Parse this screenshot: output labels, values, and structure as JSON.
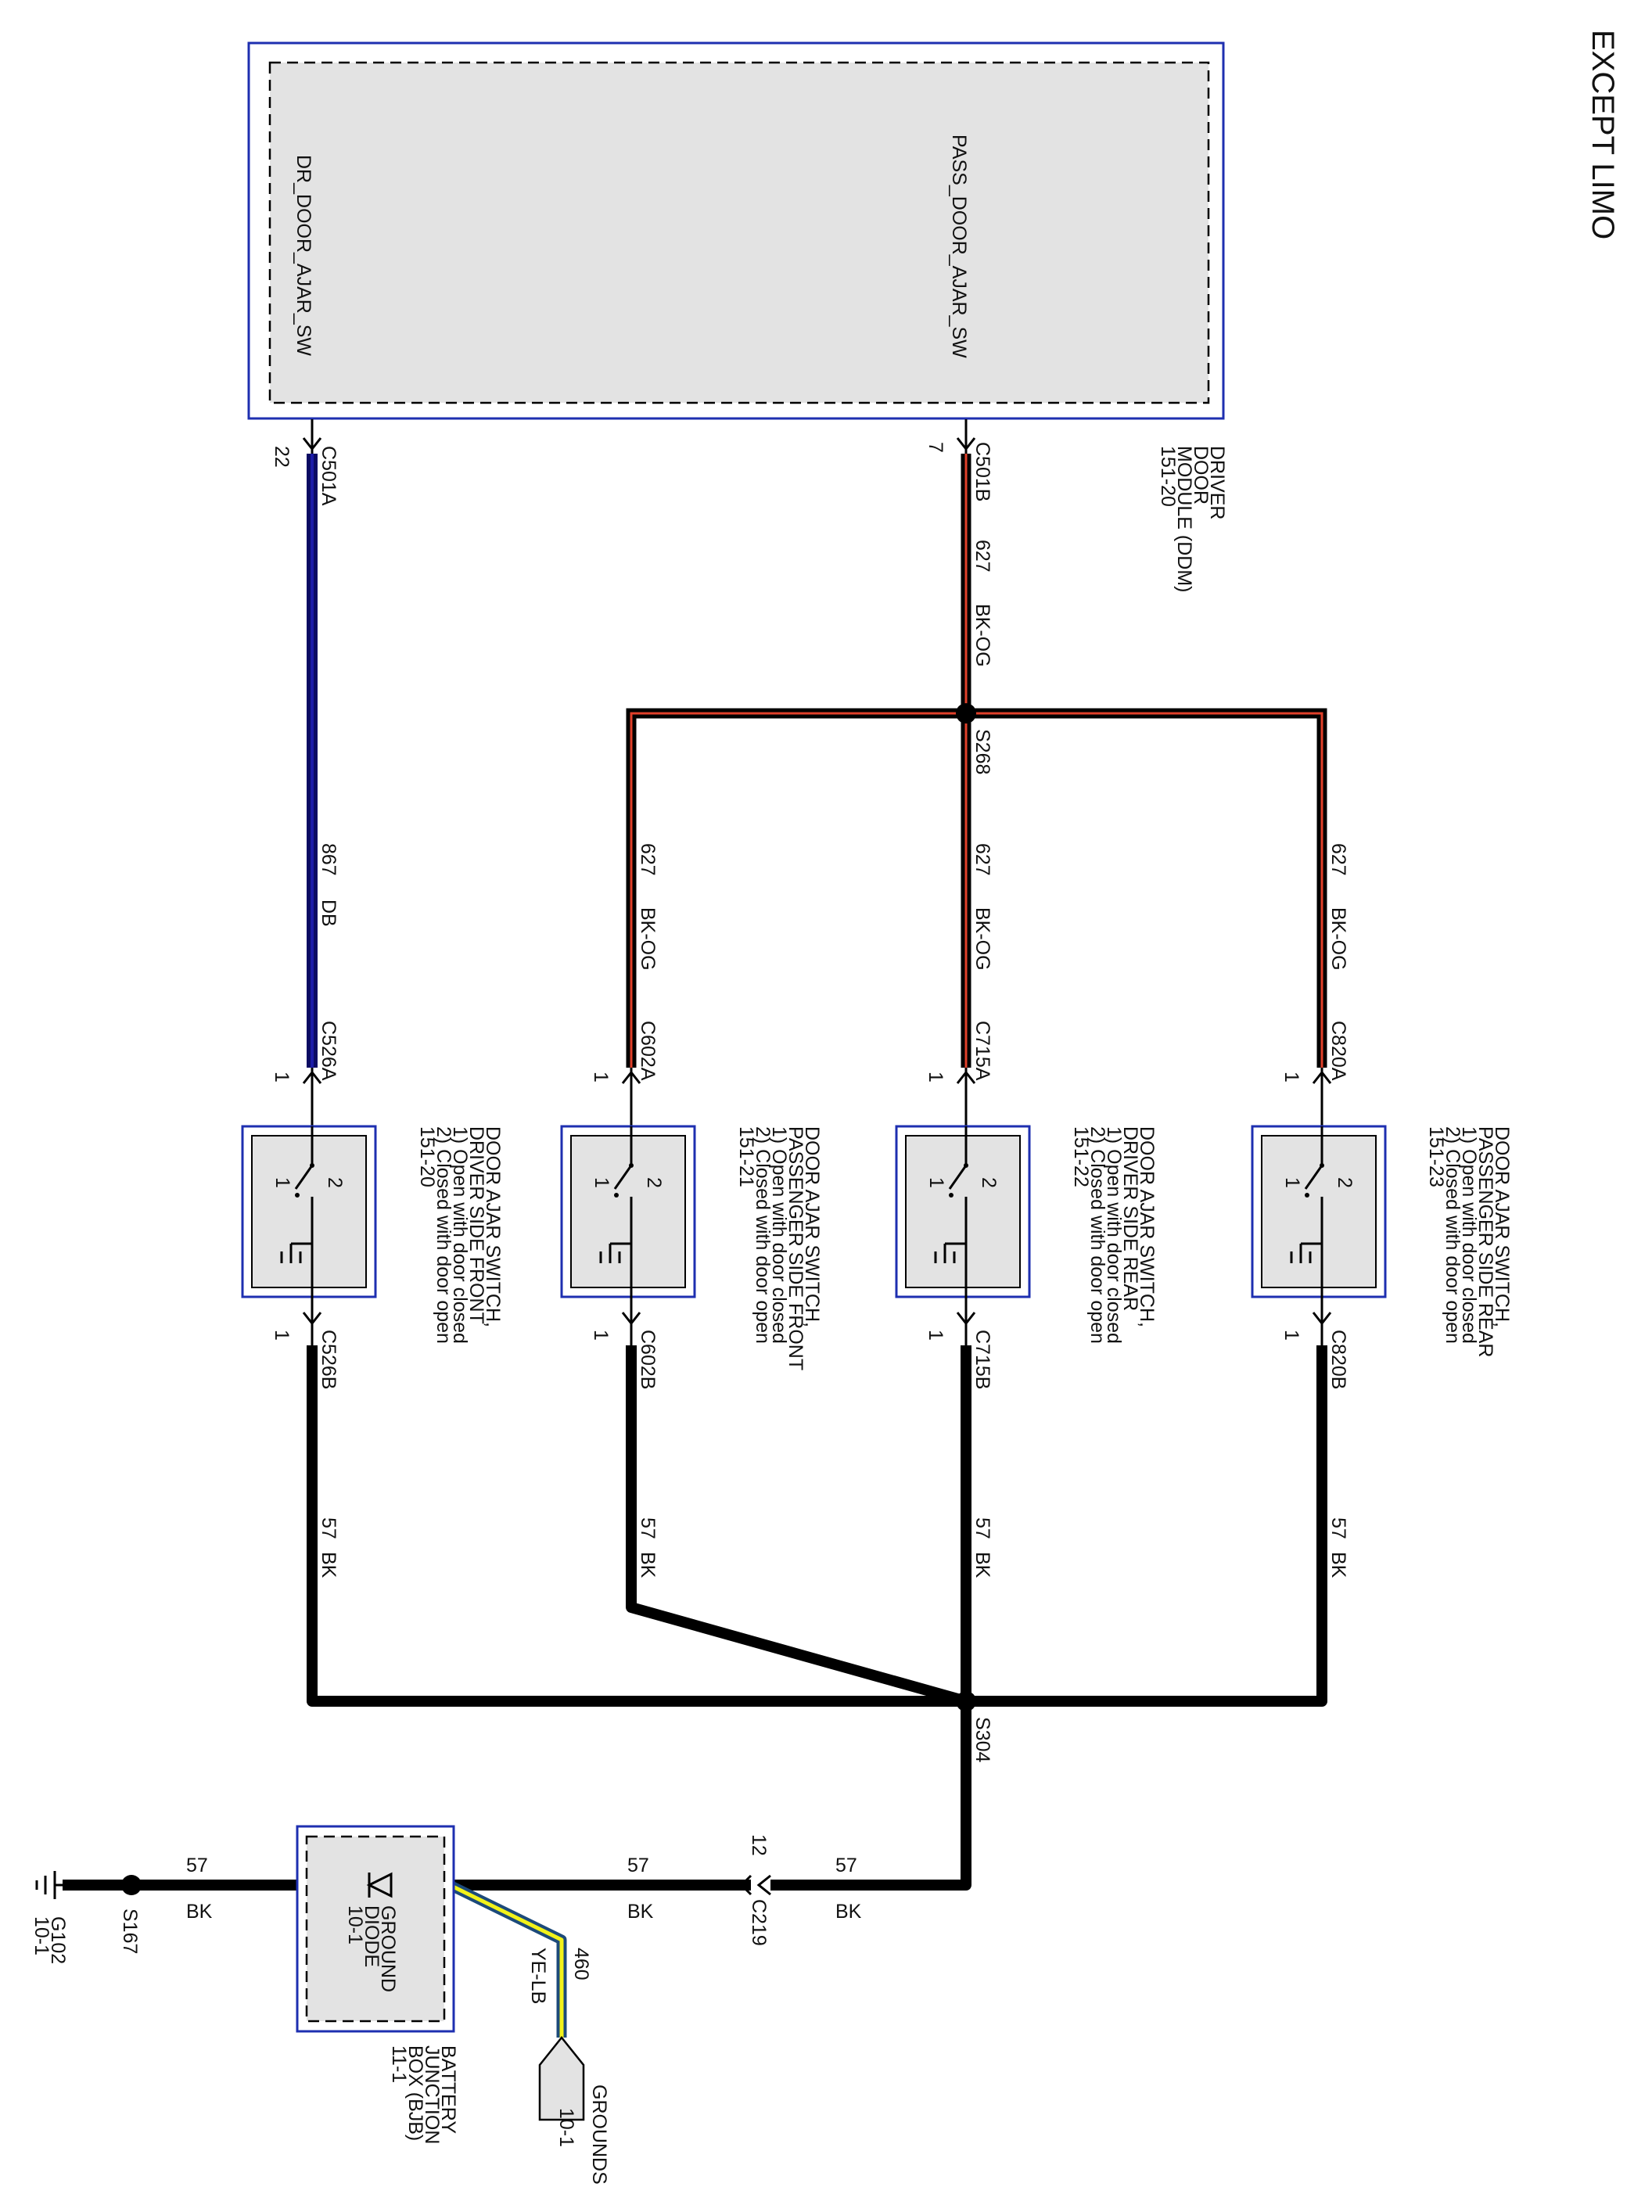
{
  "page_title": "EXCEPT LIMO",
  "ddm": {
    "name_lines": [
      "DRIVER",
      "DOOR",
      "MODULE (DDM)",
      "151-20"
    ],
    "pin_pass": "PASS_DOOR_AJAR_SW",
    "pin_dr": "DR_DOOR_AJAR_SW",
    "conn_pass": "C501B",
    "conn_pass_pin": "7",
    "conn_dr": "C501A",
    "conn_dr_pin": "22"
  },
  "wires": {
    "w627": "627",
    "bkog": "BK-OG",
    "w867": "867",
    "db": "DB",
    "w57": "57",
    "bk": "BK",
    "w460": "460",
    "yelb": "YE-LB"
  },
  "splices": {
    "s268": "S268",
    "s304": "S304",
    "s167": "S167"
  },
  "switches": [
    {
      "key": "dsf",
      "conn_a": "C526A",
      "conn_b": "C526B",
      "pin_a": "1",
      "pin_b": "1",
      "label_lines": [
        "DOOR AJAR SWITCH,",
        "DRIVER SIDE FRONT",
        "1) Open with door closed",
        "2) Closed with door open",
        "151-20"
      ]
    },
    {
      "key": "psf",
      "conn_a": "C602A",
      "conn_b": "C602B",
      "pin_a": "1",
      "pin_b": "1",
      "label_lines": [
        "DOOR AJAR SWITCH,",
        "PASSENGER SIDE FRONT",
        "1) Open with door closed",
        "2) Closed with door open",
        "151-21"
      ]
    },
    {
      "key": "dsr",
      "conn_a": "C715A",
      "conn_b": "C715B",
      "pin_a": "1",
      "pin_b": "1",
      "label_lines": [
        "DOOR AJAR SWITCH,",
        "DRIVER SIDE REAR",
        "1) Open with door closed",
        "2) Closed with door open",
        "151-22"
      ]
    },
    {
      "key": "psr",
      "conn_a": "C820A",
      "conn_b": "C820B",
      "pin_a": "1",
      "pin_b": "1",
      "label_lines": [
        "DOOR AJAR SWITCH,",
        "PASSENGER SIDE REAR",
        "1) Open with door closed",
        "2) Closed with door open",
        "151-23"
      ]
    }
  ],
  "switch_contacts": {
    "one": "1",
    "two": "2"
  },
  "c219": {
    "name": "C219",
    "pin": "12"
  },
  "ground_diode": {
    "lines": [
      "GROUND",
      "DIODE",
      "10-1"
    ]
  },
  "bjb": {
    "lines": [
      "BATTERY",
      "JUNCTION",
      "BOX (BJB)",
      "11-1"
    ]
  },
  "grounds": {
    "lines": [
      "GROUNDS",
      "10-1"
    ]
  },
  "g102": {
    "lines": [
      "G102",
      "10-1"
    ]
  }
}
